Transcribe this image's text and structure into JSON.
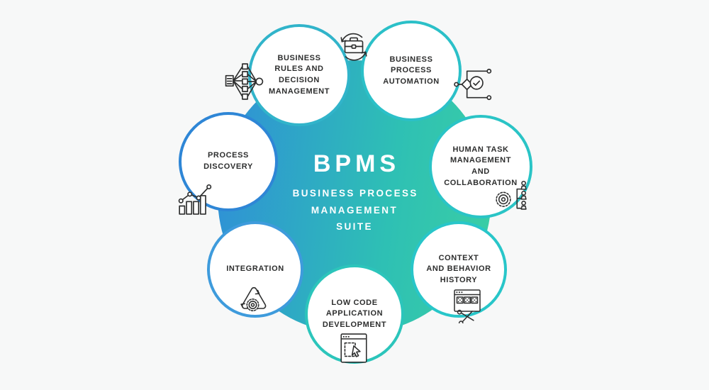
{
  "background_color": "#f7f8f8",
  "icon_color": "#2e2f2f",
  "label_color": "#2d2e2e",
  "center": {
    "title": "BPMS",
    "subtitle": "BUSINESS PROCESS\nMANAGEMENT\nSUITE",
    "gradient_start": "#2f8ed8",
    "gradient_mid": "#2ec0b4",
    "gradient_end": "#3bcfa3",
    "text_color": "#ffffff"
  },
  "nodes": [
    {
      "id": "business-rules-and-decision-management",
      "label": "BUSINESS\nRULES AND\nDECISION\nMANAGEMENT",
      "icon": "decision-tree-icon",
      "border_color": "#31b4ca"
    },
    {
      "id": "business-process-automation",
      "label": "BUSINESS\nPROCESS\nAUTOMATION",
      "icon": "gateway-check-icon",
      "border_color": "#2bc0c8"
    },
    {
      "id": "human-task-management-and-collaboration",
      "label": "HUMAN TASK\nMANAGEMENT\nAND\nCOLLABORATION",
      "icon": "gear-people-icon",
      "border_color": "#2ac4c6"
    },
    {
      "id": "context-and-behavior-history",
      "label": "CONTEXT\nAND BEHAVIOR\nHISTORY",
      "icon": "window-grid-scissors-icon",
      "border_color": "#28c6c9"
    },
    {
      "id": "low-code-application-development",
      "label": "LOW CODE\nAPPLICATION\nDEVELOPMENT",
      "icon": "window-cursor-icon",
      "border_color": "#2cc5bb"
    },
    {
      "id": "integration",
      "label": "INTEGRATION",
      "icon": "recycle-gear-icon",
      "border_color": "#3e9bdc"
    },
    {
      "id": "process-discovery",
      "label": "PROCESS\nDISCOVERY",
      "icon": "bar-chart-trend-icon",
      "border_color": "#2e86d6"
    }
  ],
  "floating_icons": [
    {
      "id": "briefcase-sync-icon"
    }
  ]
}
